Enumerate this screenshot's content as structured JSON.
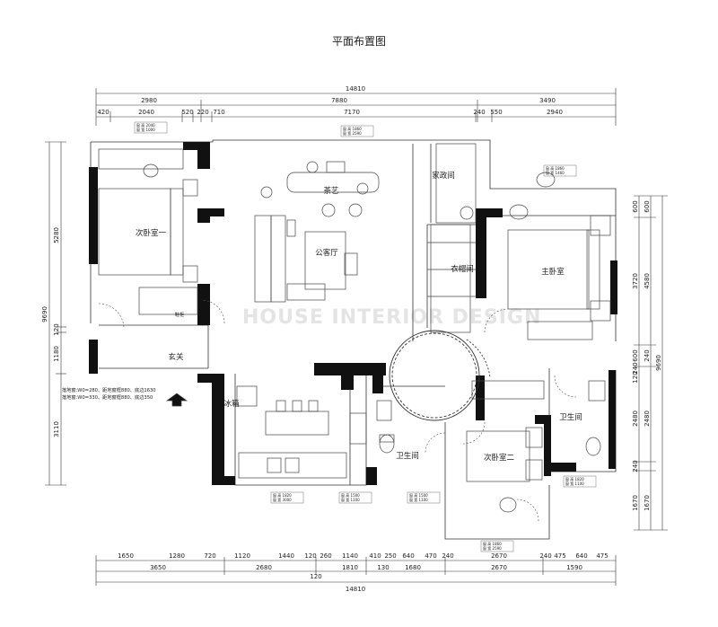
{
  "title": "平面布置图",
  "watermark": "HOUSE INTERIOR DESIGN",
  "dimensions": {
    "top_total": "14810",
    "top_row1": [
      "2980",
      "7880",
      "3490"
    ],
    "top_row2": [
      "420",
      "2040",
      "520",
      "220",
      "710",
      "7170",
      "240",
      "550",
      "2940"
    ],
    "bottom_row1": [
      "1650",
      "1280",
      "720",
      "1120",
      "1440",
      "120",
      "260",
      "1140",
      "410",
      "250",
      "640",
      "470",
      "240",
      "2670",
      "240",
      "475",
      "640",
      "475"
    ],
    "bottom_row2": [
      "3650",
      "2680",
      "1810",
      "130",
      "1680",
      "2670",
      "1590"
    ],
    "bottom_row2b": [
      "120",
      "120"
    ],
    "bottom_total": "14810",
    "left_outer": "9690",
    "left_inner": [
      "5280",
      "120",
      "1180",
      "3110"
    ],
    "right_outer": "9690",
    "right_inner": [
      "600",
      "3720",
      "600",
      "240",
      "120",
      "2480",
      "240",
      "1670"
    ],
    "right_mid": [
      "600",
      "4580",
      "240",
      "2480",
      "1670"
    ]
  },
  "rooms": {
    "secondary_bedroom_1": "次卧室一",
    "tea_area": "茶艺",
    "living_room": "公客厅",
    "housekeeping": "家政间",
    "walk_in_closet": "衣帽间",
    "master_bedroom": "主卧室",
    "entrance": "玄关",
    "fridge": "冰箱",
    "bathroom_main": "卫生间",
    "bathroom_master": "卫生间",
    "secondary_bedroom_2": "次卧室二",
    "shoe_cabinet": "鞋柜"
  },
  "notes": [
    "落地窗:W0=280、距地窗框880、底边1630",
    "落地窗:W0=330、距地窗框880、底边350"
  ],
  "window_tags": [
    [
      "窗 高 1860",
      "窗 宽 2590"
    ],
    [
      "窗 高 2040",
      "窗 宽 1000"
    ],
    [
      "窗 高 1860",
      "窗 宽 1460"
    ],
    [
      "窗 高 1820",
      "窗 宽 3000"
    ],
    [
      "窗 高 1500",
      "窗 宽 1100"
    ],
    [
      "窗 高 1500",
      "窗 宽 1100"
    ],
    [
      "窗 高 1860",
      "窗 宽 2590"
    ],
    [
      "窗 高 1820",
      "窗 宽 1100"
    ]
  ]
}
